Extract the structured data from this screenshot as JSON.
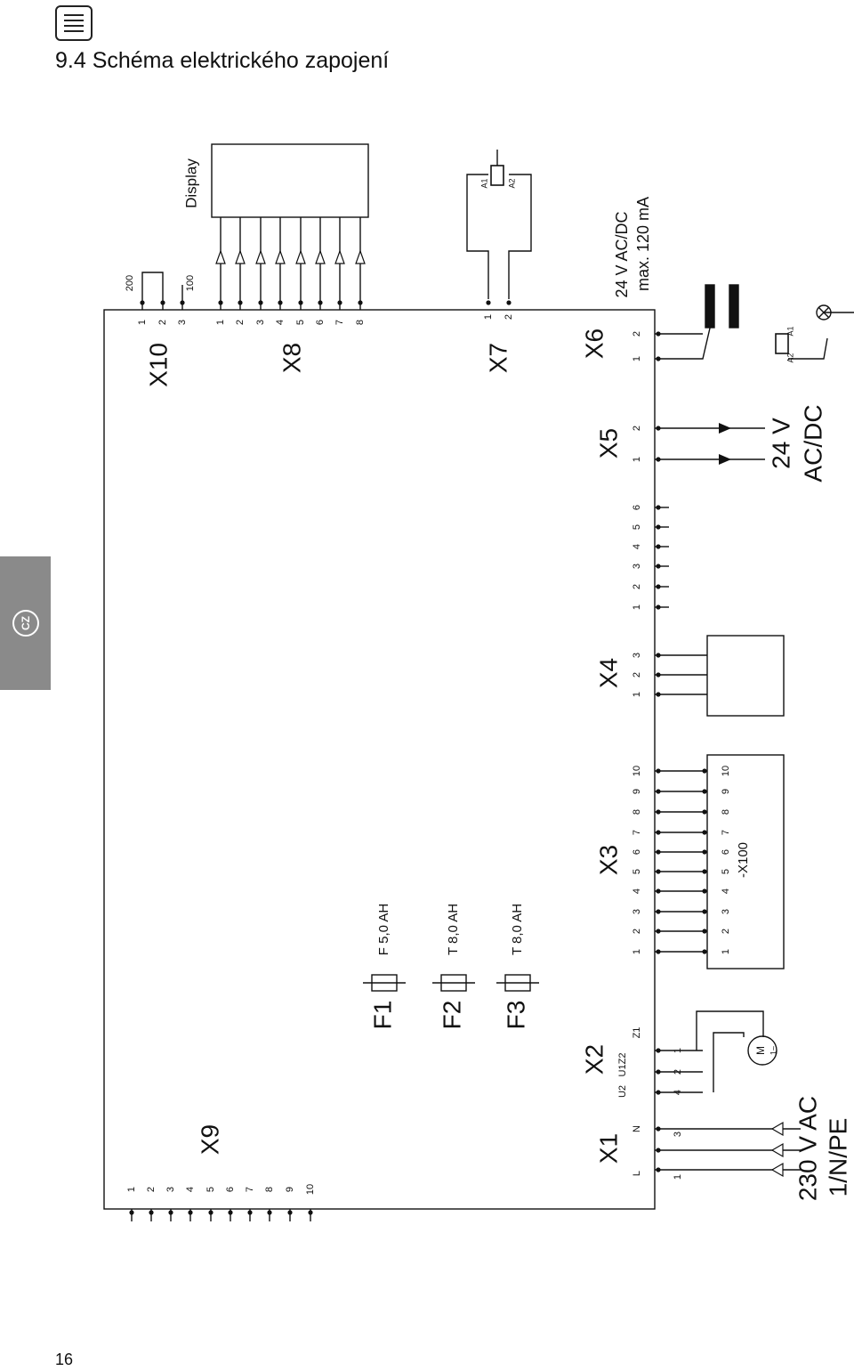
{
  "header": {
    "icon": "document-list-icon",
    "title": "9.4 Schéma elektrického zapojení"
  },
  "side_tab": {
    "label": "CZ"
  },
  "footer": {
    "page_number": "16"
  },
  "diagram": {
    "connectors": {
      "x1": "X1",
      "x2": "X2",
      "x3": "X3",
      "x4": "X4",
      "x5": "X5",
      "x6": "X6",
      "x7": "X7",
      "x8": "X8",
      "x9": "X9",
      "x10": "X10"
    },
    "fuses": [
      {
        "name": "F1",
        "rating": "F 5,0 AH"
      },
      {
        "name": "F2",
        "rating": "T 8,0 AH"
      },
      {
        "name": "F3",
        "rating": "T 8,0 AH"
      }
    ],
    "labels": {
      "display": "Display",
      "x100": "-X100",
      "x10_resistor_200": "200",
      "x10_resistor_100": "100",
      "x6_supply_line1": "24 V AC/DC",
      "x6_supply_line2": "max. 120 mA",
      "x5_supply_line1": "24 V",
      "x5_supply_line2": "AC/DC",
      "mains_line1": "230 V AC",
      "mains_line2": "1/N/PE",
      "motor": "M",
      "motor_phase": "1~",
      "relay_a1": "A1",
      "relay_a2": "A2",
      "x2_u2": "U2",
      "x2_u1z2": "U1Z2",
      "x2_z1": "Z1",
      "x1_l": "L",
      "x1_n": "N"
    },
    "pins": {
      "x9": [
        "1",
        "2",
        "3",
        "4",
        "5",
        "6",
        "7",
        "8",
        "9",
        "10"
      ],
      "x10": [
        "1",
        "2",
        "3"
      ],
      "x8": [
        "1",
        "2",
        "3",
        "4",
        "5",
        "6",
        "7",
        "8"
      ],
      "x7": [
        "1",
        "2"
      ],
      "x7_relay": [
        "A1",
        "A2"
      ],
      "x3": [
        "1",
        "2",
        "3",
        "4",
        "5",
        "6",
        "7",
        "8",
        "9",
        "10"
      ],
      "x100": [
        "1",
        "2",
        "3",
        "4",
        "5",
        "6",
        "7",
        "8",
        "9",
        "10"
      ],
      "x4": [
        "1",
        "2",
        "3"
      ],
      "x4b": [
        "1",
        "2",
        "3",
        "4",
        "5",
        "6"
      ],
      "x5": [
        "1",
        "2"
      ],
      "x6": [
        "1",
        "2"
      ],
      "x1_bottom": [
        "1",
        "3"
      ],
      "x2_bottom": [
        "4",
        "2",
        "1"
      ]
    }
  }
}
